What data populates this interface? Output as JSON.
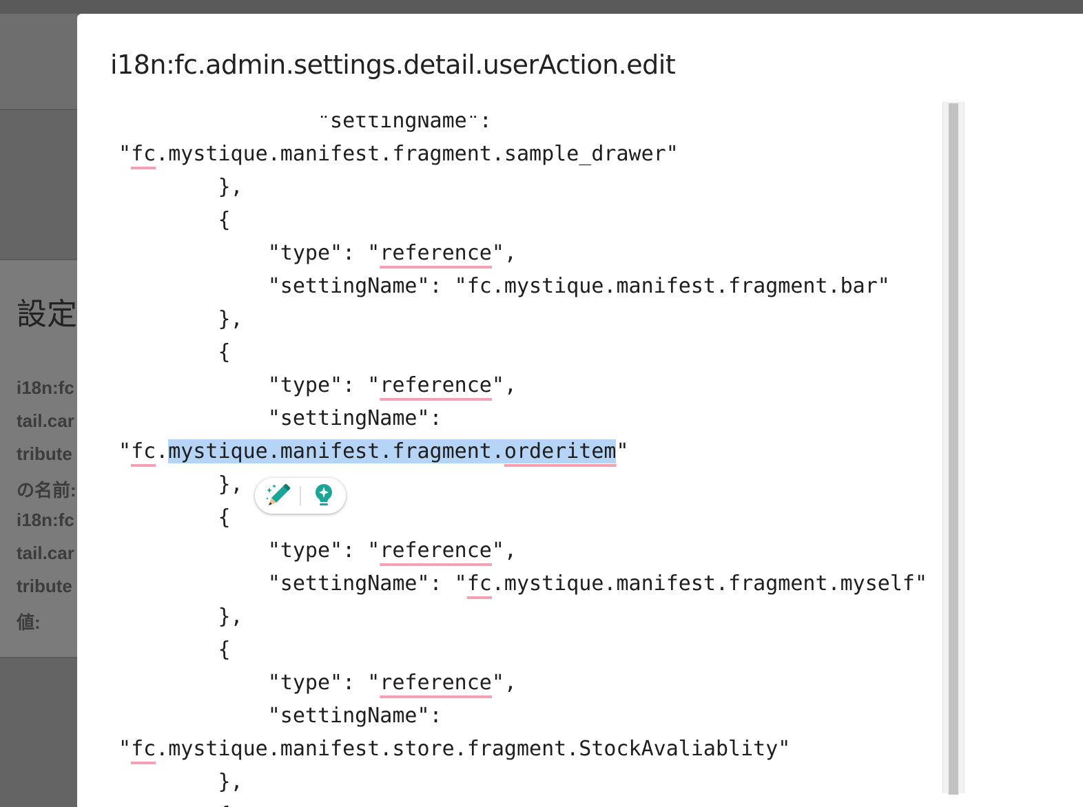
{
  "background": {
    "title": "設定",
    "lines": [
      "i18n:fc",
      "tail.car",
      "tribute",
      "の名前:",
      "i18n:fc",
      "tail.car",
      "tribute",
      "値:"
    ]
  },
  "modal": {
    "title": "i18n:fc.admin.settings.detail.userAction.edit"
  },
  "editor": {
    "lines": [
      {
        "segments": [
          {
            "t": "                \"settingName\":"
          }
        ]
      },
      {
        "segments": [
          {
            "t": "\""
          },
          {
            "t": "fc",
            "style": "sp"
          },
          {
            "t": ".mystique.manifest.fragment.sample_drawer\""
          }
        ]
      },
      {
        "segments": [
          {
            "t": "        },"
          }
        ]
      },
      {
        "segments": [
          {
            "t": "        {"
          }
        ]
      },
      {
        "segments": [
          {
            "t": "            \"type\": \""
          },
          {
            "t": "reference",
            "style": "sp"
          },
          {
            "t": "\","
          }
        ]
      },
      {
        "segments": [
          {
            "t": "            \"settingName\": \"fc.mystique.manifest.fragment.bar\""
          }
        ]
      },
      {
        "segments": [
          {
            "t": "        },"
          }
        ]
      },
      {
        "segments": [
          {
            "t": "        {"
          }
        ]
      },
      {
        "segments": [
          {
            "t": "            \"type\": \""
          },
          {
            "t": "reference",
            "style": "sp"
          },
          {
            "t": "\","
          }
        ]
      },
      {
        "segments": [
          {
            "t": "            \"settingName\":"
          }
        ]
      },
      {
        "segments": [
          {
            "t": "\""
          },
          {
            "t": "fc",
            "style": "sp"
          },
          {
            "t": "."
          },
          {
            "t": "mystique.manifest.fragment.",
            "style": "sel"
          },
          {
            "t": "orderitem",
            "style": "sel sp"
          },
          {
            "t": "\""
          }
        ]
      },
      {
        "segments": [
          {
            "t": "        },"
          }
        ]
      },
      {
        "segments": [
          {
            "t": "        {"
          }
        ]
      },
      {
        "segments": [
          {
            "t": "            \"type\": \""
          },
          {
            "t": "reference",
            "style": "sp"
          },
          {
            "t": "\","
          }
        ]
      },
      {
        "segments": [
          {
            "t": "            \"settingName\": \""
          },
          {
            "t": "fc",
            "style": "sp"
          },
          {
            "t": ".mystique.manifest.fragment.myself\""
          }
        ]
      },
      {
        "segments": [
          {
            "t": "        },"
          }
        ]
      },
      {
        "segments": [
          {
            "t": "        {"
          }
        ]
      },
      {
        "segments": [
          {
            "t": "            \"type\": \""
          },
          {
            "t": "reference",
            "style": "sp"
          },
          {
            "t": "\","
          }
        ]
      },
      {
        "segments": [
          {
            "t": "            \"settingName\":"
          }
        ]
      },
      {
        "segments": [
          {
            "t": "\""
          },
          {
            "t": "fc",
            "style": "sp"
          },
          {
            "t": ".mystique.manifest.store.fragment.StockAvaliablity\""
          }
        ]
      },
      {
        "segments": [
          {
            "t": "        },"
          }
        ]
      },
      {
        "segments": [
          {
            "t": "        {"
          }
        ]
      }
    ]
  },
  "mini_toolbar": {
    "buttons": [
      {
        "icon": "sparkle-pencil-icon"
      },
      {
        "icon": "lightbulb-icon"
      }
    ]
  },
  "colors": {
    "overlay": "#5b5b5b",
    "selection": "#b6d4f5",
    "spell_underline": "#f4a0b2",
    "icon_teal": "#1aa596",
    "scrollbar_thumb": "#c2c2c2"
  }
}
